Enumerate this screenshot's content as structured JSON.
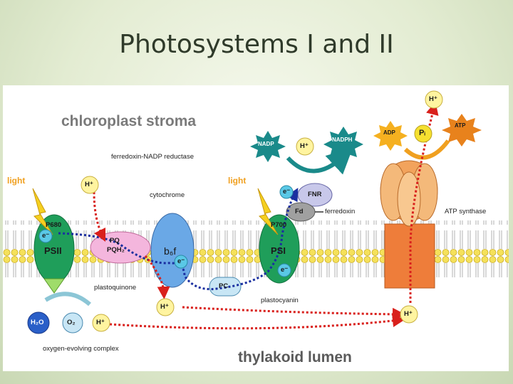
{
  "title": "Photosystems I and II",
  "colors": {
    "stroma_text": "#7a7a7a",
    "lumen_text": "#5a5a5a",
    "photosystem_green": "#1f9e5a",
    "cytochrome_blue": "#6aa8e6",
    "plastoquinone_pink": "#f4b6dd",
    "atp_synthase_orange": "#f2a35c",
    "membrane_yellow": "#f5e15a",
    "electron_path_blue": "#1a2fa0",
    "proton_path_red": "#d9201c"
  },
  "diagram": {
    "stroma_label": "chloroplast stroma",
    "lumen_label": "thylakoid lumen",
    "light_left": "light",
    "light_right": "light",
    "psii": "PSII",
    "p680": "P680",
    "psi": "PSI",
    "p700": "P700",
    "electron": "e⁻",
    "pq": "PQ",
    "pqh2": "PQH₂",
    "b6f": "b₆f",
    "cytochrome": "cytochrome",
    "plastoquinone": "plastoquinone",
    "pc": "PC",
    "plastocyanin": "plastocyanin",
    "fnr": "FNR",
    "fd": "Fd",
    "ferredoxin": "ferredoxin",
    "fnr_label": "ferredoxin-NADP reductase",
    "nadp": "NADP",
    "nadph": "NADPH",
    "hplus": "H⁺",
    "adp": "ADP",
    "pi": "Pᵢ",
    "atp": "ATP",
    "atp_synthase": "ATP synthase",
    "h2o": "H₂O",
    "o2": "O₂",
    "oec": "oxygen-evolving complex"
  }
}
